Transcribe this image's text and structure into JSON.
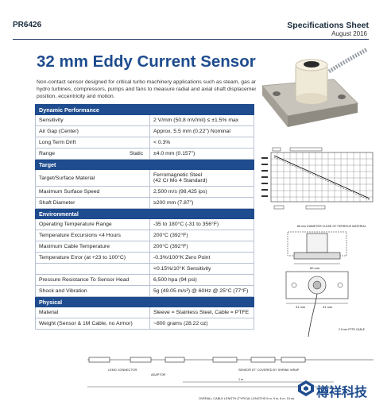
{
  "header": {
    "model": "PR6426",
    "sheet_title": "Specifications Sheet",
    "date": "August 2016"
  },
  "title": "32 mm Eddy Current Sensor",
  "description": "Non-contact sensor designed for critical turbo machinery applications such as steam, gas and hydro turbines, compressors, pumps and fans to measure radial and axial shaft displacement: position, eccentricity and motion.",
  "sections": {
    "dynamic": {
      "heading": "Dynamic Performance",
      "rows": [
        {
          "k": "Sensitivity",
          "v": "2 V/mm (50.8 mV/mil) ≤ ±1.5% max"
        },
        {
          "k": "Air Gap (Center)",
          "v": "Approx. 5.5 mm (0.22\") Nominal"
        },
        {
          "k": "Long Term Drift",
          "v": "< 0.3%"
        },
        {
          "k": "Range",
          "k2": "Static",
          "v": "±4.0 mm (0.157\")"
        }
      ]
    },
    "target": {
      "heading": "Target",
      "rows": [
        {
          "k": "Target/Surface Material",
          "v": "Ferromagnetic Steel",
          "v2": "(42 Cr Mo 4 Standard)"
        },
        {
          "k": "Maximum Surface Speed",
          "v": "2,500 m/s (98,425 ips)"
        },
        {
          "k": "Shaft Diameter",
          "v": "≥200 mm (7.87\")"
        }
      ]
    },
    "environmental": {
      "heading": "Environmental",
      "rows": [
        {
          "k": "Operating Temperature Range",
          "v": "-35 to 180°C (-31 to 356°F)"
        },
        {
          "k": "Temperature Excursions <4 Hours",
          "v": "200°C (392°F)"
        },
        {
          "k": "Maximum Cable Temperature",
          "v": "200°C (392°F)"
        },
        {
          "k": "Temperature Error (at +23 to 100°C)",
          "v": "-0.3%/100°K Zero Point"
        },
        {
          "k": "",
          "v": "<0.15%/10°K Sensitivity"
        },
        {
          "k": "Pressure Resistance To Sensor Head",
          "v": "6,500 hpa (94 psi)"
        },
        {
          "k": "Shock and Vibration",
          "v": "5g (49.05 m/s²) @ 60Hz @ 25°C (77°F)"
        }
      ]
    },
    "physical": {
      "heading": "Physical",
      "rows": [
        {
          "k": "Material",
          "v": "Sleeve = Stainless Steel, Cable = PTFE"
        },
        {
          "k": "Weight (Sensor & 1M Cable, no Armor)",
          "v": "~800 grams (28.22 oz)"
        }
      ]
    }
  },
  "drawing_labels": {
    "diameter_note": "88 mm DIAMETER CLEAR OF FERROUS MATERIAL",
    "dim_60": "60 mm",
    "dim_31a": "31 mm",
    "dim_31b": "31 mm",
    "ptfe_cable": "2.9 mm PTFE CABLE",
    "sensor_covered": "SENSOR 87\" COVERED BY SHRINK WRAP",
    "connector": "LEMO CONNECTOR",
    "adaptor": "ADAPTOR",
    "one_m": "1 m",
    "overall": "OVERALL CABLE LENGTH (TYPICAL LENGTHS 6 m, 9 m, 8 m, 10 m)"
  },
  "watermark": {
    "text": "樽祥科技"
  },
  "colors": {
    "accent": "#1e4c8e",
    "section_bg": "#1e4c8e",
    "table_border": "#b9c2d3"
  }
}
